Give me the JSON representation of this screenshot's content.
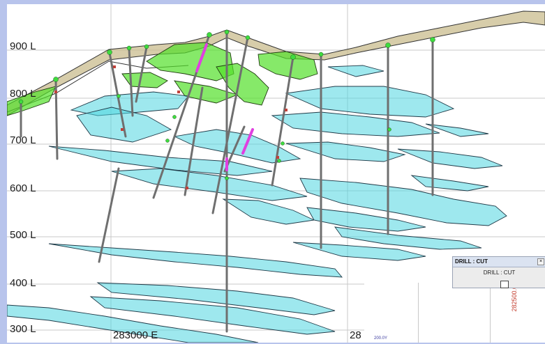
{
  "viewer": {
    "elevation_labels": [
      "900 L",
      "800 L",
      "700 L",
      "600 L",
      "500 L",
      "400 L",
      "300 L"
    ],
    "easting_labels": [
      "283000 E",
      "28"
    ]
  },
  "cut_panel": {
    "title": "DRILL : CUT",
    "subtitle": "DRILL : CUT",
    "close_glyph": "×"
  },
  "inset": {
    "northing_label": "282500.0",
    "corner_label": "200.0Y"
  },
  "colors": {
    "background_border": "#b8c4ec",
    "ore_cyan": "#4fd6e0",
    "ore_green": "#52e02a",
    "topo_surface": "#c9bc8e",
    "drillhole": "#7a7a7a",
    "grid": "#c8c8c8"
  }
}
